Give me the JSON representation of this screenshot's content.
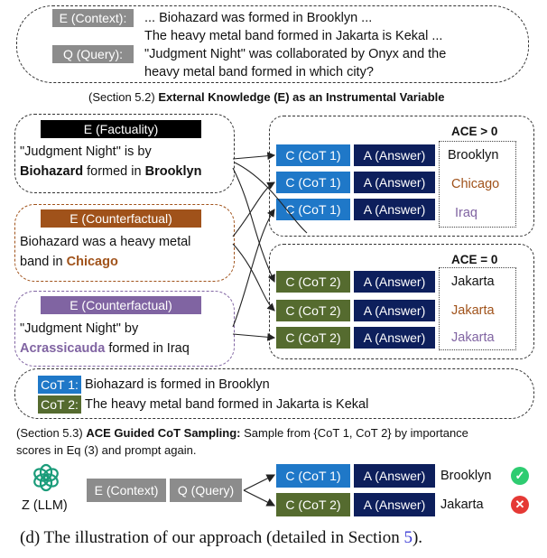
{
  "top": {
    "e_label": "E (Context):",
    "e_line1": "... Biohazard was  formed in Brooklyn ...",
    "e_line2": "The heavy metal band formed in Jakarta is Kekal ...",
    "q_label": "Q (Query):",
    "q_line1": "\"Judgment Night\" was collaborated by Onyx and the",
    "q_line2": "heavy metal band formed in which city?"
  },
  "section52": {
    "prefix": "(Section 5.2) ",
    "title": "External Knowledge (E) as an Instrumental Variable"
  },
  "left": {
    "box1": {
      "label": "E (Factuality)",
      "line1": "\"Judgment Night\" is by",
      "line2_bold1": "Biohazard",
      "line2_mid": " formed in ",
      "line2_bold2": "Brooklyn"
    },
    "box2": {
      "label": "E (Counterfactual)",
      "line1": "Biohazard was a heavy metal",
      "line2_pre": "band in ",
      "line2_bold": "Chicago"
    },
    "box3": {
      "label": "E (Counterfactual)",
      "line1": "\"Judgment Night\" by",
      "line2_bold": "Acrassicauda",
      "line2_post": " formed in Iraq"
    }
  },
  "right": {
    "group1": {
      "ace": "ACE > 0",
      "cot": "C (CoT 1)",
      "answer_label": "A (Answer)",
      "answers": [
        "Brooklyn",
        "Chicago",
        "Iraq"
      ]
    },
    "group2": {
      "ace": "ACE = 0",
      "cot": "C (CoT 2)",
      "answer_label": "A (Answer)",
      "answers": [
        "Jakarta",
        "Jakarta",
        "Jakarta"
      ]
    }
  },
  "cot_box": {
    "cot1_label": "CoT 1:",
    "cot1_text": "Biohazard is formed in Brooklyn",
    "cot2_label": "CoT 2:",
    "cot2_text": "The heavy metal band formed in Jakarta is Kekal"
  },
  "section53": {
    "prefix": "(Section 5.3) ",
    "title": "ACE Guided CoT Sampling:",
    "line1_rest": " Sample from {CoT 1, CoT 2} by importance",
    "line2": "scores in Eq (3) and prompt again."
  },
  "bottom": {
    "llm_label": "Z (LLM)",
    "e_context": "E (Context)",
    "q_query": "Q (Query)",
    "cot1": "C (CoT 1)",
    "cot2": "C (CoT 2)",
    "answer": "A (Answer)",
    "ans1": "Brooklyn",
    "ans2": "Jakarta"
  },
  "caption": {
    "pre": "(d) The illustration of our approach (detailed in Section ",
    "ref": "5",
    "post": ")."
  },
  "colors": {
    "cot_blue": "#1f78c8",
    "answer_navy": "#0d1f5c",
    "cot_green": "#556b2f",
    "counterfactual_brown": "#a0521a",
    "counterfactual_purple": "#8064a2",
    "check_green": "#2ecc71",
    "cross_red": "#e53935",
    "ref_blue": "#3b3bd6"
  }
}
